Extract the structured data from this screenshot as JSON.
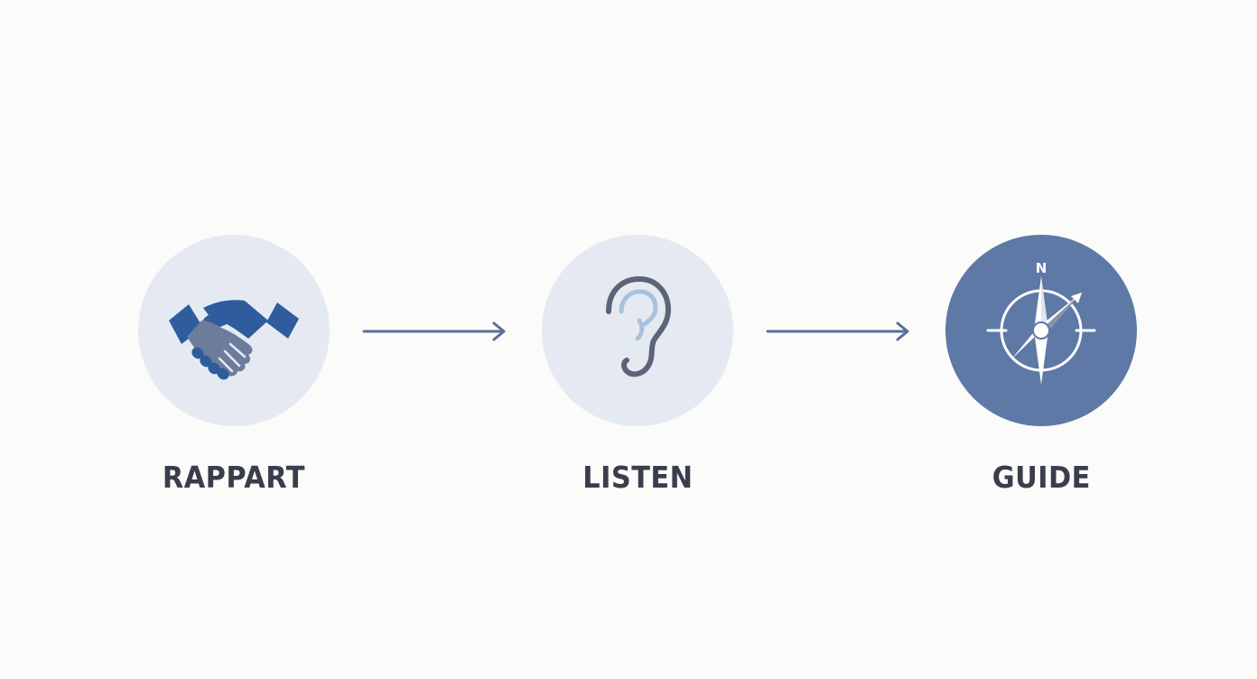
{
  "steps": [
    {
      "label": "RAPPART",
      "icon": "handshake-icon",
      "circle_color": "#e5eaf2"
    },
    {
      "label": "LISTEN",
      "icon": "ear-icon",
      "circle_color": "#e5eaf2"
    },
    {
      "label": "GUIDE",
      "icon": "compass-icon",
      "circle_color": "#5e79a6",
      "compass_north": "N"
    }
  ],
  "colors": {
    "accent_blue": "#2f5c9c",
    "arrow": "#5a6f98",
    "label_text": "#3a3d4c",
    "background": "#fbfbfa"
  }
}
